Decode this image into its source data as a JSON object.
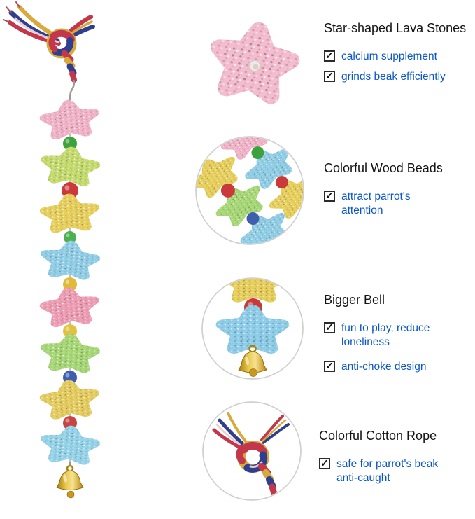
{
  "sections": [
    {
      "title": "Star-shaped Lava Stones",
      "features": [
        "calcium supplement",
        "grinds beak efficiently"
      ]
    },
    {
      "title": "Colorful Wood Beads",
      "features": [
        "attract parrot's attention"
      ]
    },
    {
      "title": "Bigger Bell",
      "features": [
        "fun to play, reduce loneliness",
        "anti-choke design"
      ]
    },
    {
      "title": "Colorful Cotton Rope",
      "features": [
        "safe for parrot's beak anti-caught"
      ]
    }
  ],
  "styles": {
    "title_color": "#141414",
    "feature_color": "#0b57c9",
    "check_glyph": "✓",
    "circle_border": "#cfcfcf"
  },
  "palette": {
    "stones": [
      "#f1b4c9",
      "#c6db70",
      "#e8d05f",
      "#92cfe7",
      "#ee9fb5",
      "#a8d878",
      "#e5cd62",
      "#97d4ea"
    ],
    "beads": [
      "#3da23d",
      "#cb3a3a",
      "#4caf50",
      "#dfb93a",
      "#e0c23e",
      "#3f5fae",
      "#c84444"
    ],
    "rope": [
      "#c2384a",
      "#2e3f8f",
      "#d8a93c",
      "#e9ccd6"
    ],
    "bell": "#d4a017"
  }
}
